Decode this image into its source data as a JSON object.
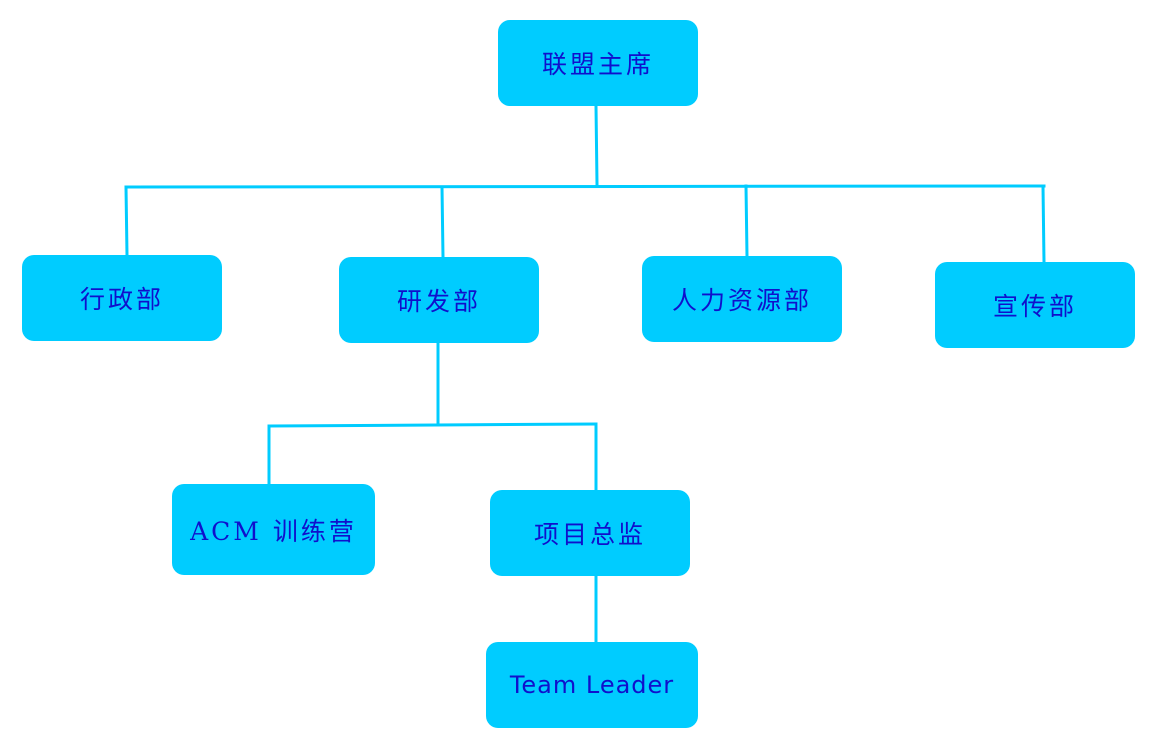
{
  "colors": {
    "node_fill": "#00ccff",
    "text": "#1010cc",
    "connector": "#00ccff"
  },
  "nodes": {
    "chairman": "联盟主席",
    "admin": "行政部",
    "rd": "研发部",
    "hr": "人力资源部",
    "pr": "宣传部",
    "acm": "ACM 训练营",
    "director": "项目总监",
    "team_leader": "Team Leader"
  }
}
